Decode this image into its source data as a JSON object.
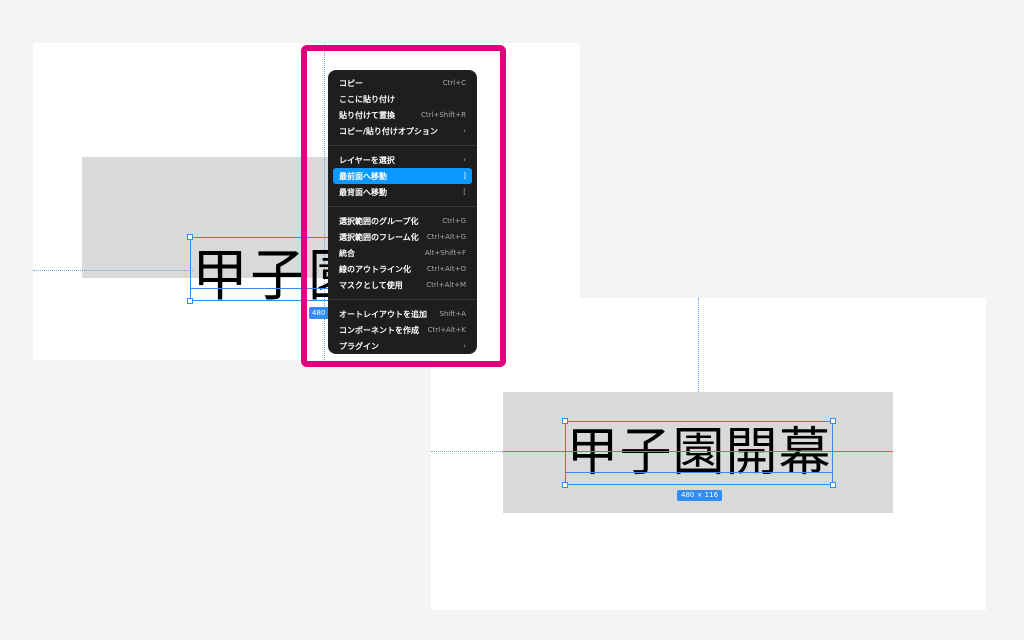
{
  "left_canvas": {
    "text": "甲子園開幕",
    "size_badge": "480 × 116"
  },
  "right_canvas": {
    "text": "甲子園開幕",
    "size_badge": "480 × 116"
  },
  "context_menu": {
    "groups": [
      [
        {
          "label": "コピー",
          "shortcut": "Ctrl+C"
        },
        {
          "label": "ここに貼り付け",
          "shortcut": ""
        },
        {
          "label": "貼り付けて置換",
          "shortcut": "Ctrl+Shift+R"
        },
        {
          "label": "コピー/貼り付けオプション",
          "shortcut": "›"
        }
      ],
      [
        {
          "label": "レイヤーを選択",
          "shortcut": "›"
        },
        {
          "label": "最前面へ移動",
          "shortcut": "]",
          "active": true
        },
        {
          "label": "最背面へ移動",
          "shortcut": "["
        }
      ],
      [
        {
          "label": "選択範囲のグループ化",
          "shortcut": "Ctrl+G"
        },
        {
          "label": "選択範囲のフレーム化",
          "shortcut": "Ctrl+Alt+G"
        },
        {
          "label": "統合",
          "shortcut": "Alt+Shift+F"
        },
        {
          "label": "線のアウトライン化",
          "shortcut": "Ctrl+Alt+O"
        },
        {
          "label": "マスクとして使用",
          "shortcut": "Ctrl+Alt+M"
        }
      ],
      [
        {
          "label": "オートレイアウトを追加",
          "shortcut": "Shift+A"
        },
        {
          "label": "コンポーネントを作成",
          "shortcut": "Ctrl+Alt+K"
        },
        {
          "label": "プラグイン",
          "shortcut": "›"
        }
      ]
    ]
  },
  "colors": {
    "highlight": "#e2007f",
    "selection": "#2f8cf2",
    "active_item": "#0d99ff",
    "center_line": "#e25a4a",
    "menu_bg": "#1e1e1e"
  }
}
